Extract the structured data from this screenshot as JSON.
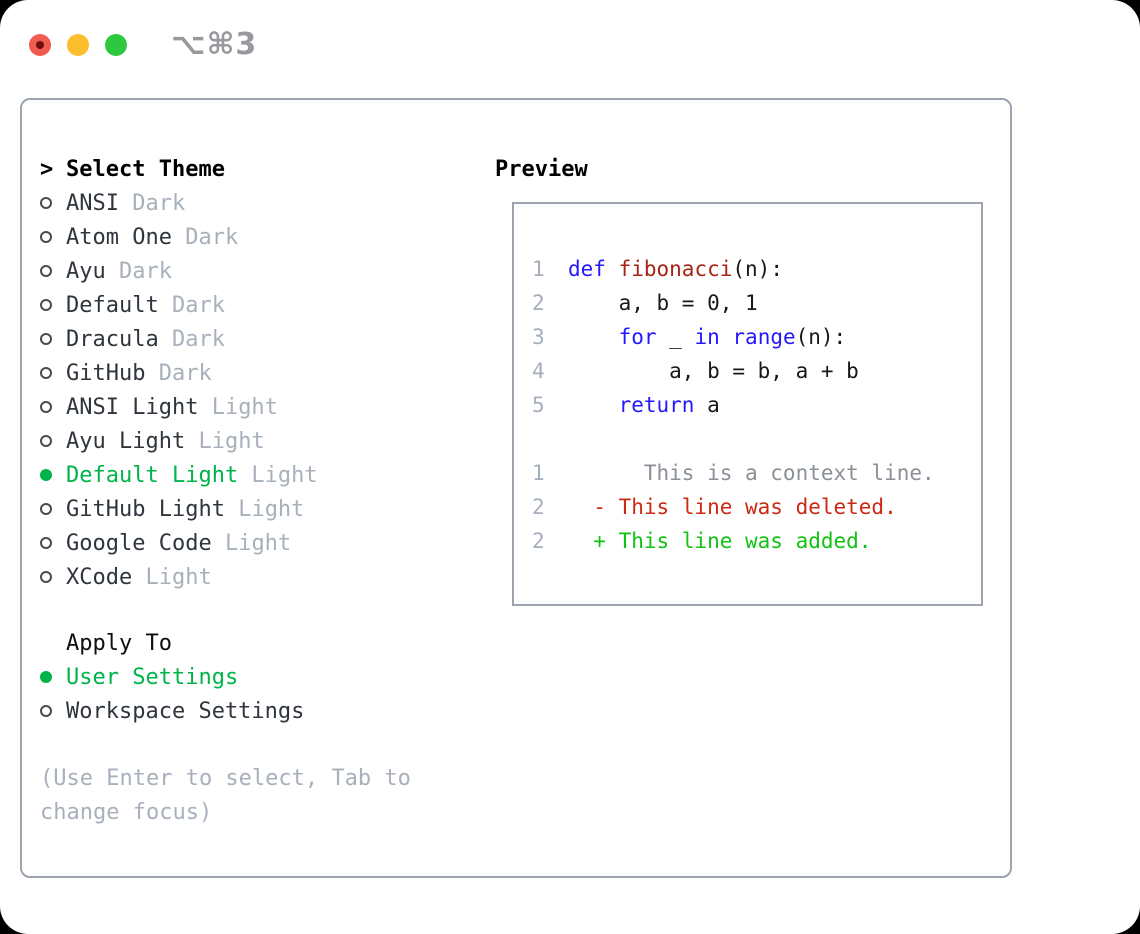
{
  "window": {
    "shortcut_hint": "⌥⌘3",
    "traffic_lights": [
      {
        "name": "close-button",
        "color": "#f05c50"
      },
      {
        "name": "minimize-button",
        "color": "#fcbe2d"
      },
      {
        "name": "zoom-button",
        "color": "#2dc83f"
      }
    ]
  },
  "theme_panel": {
    "title_prefix": ">",
    "title": "Select Theme",
    "items": [
      {
        "name": "ANSI",
        "tag": "Dark",
        "selected": false
      },
      {
        "name": "Atom One",
        "tag": "Dark",
        "selected": false
      },
      {
        "name": "Ayu",
        "tag": "Dark",
        "selected": false
      },
      {
        "name": "Default",
        "tag": "Dark",
        "selected": false
      },
      {
        "name": "Dracula",
        "tag": "Dark",
        "selected": false
      },
      {
        "name": "GitHub",
        "tag": "Dark",
        "selected": false
      },
      {
        "name": "ANSI Light",
        "tag": "Light",
        "selected": false
      },
      {
        "name": "Ayu Light",
        "tag": "Light",
        "selected": false
      },
      {
        "name": "Default Light",
        "tag": "Light",
        "selected": true
      },
      {
        "name": "GitHub Light",
        "tag": "Light",
        "selected": false
      },
      {
        "name": "Google Code",
        "tag": "Light",
        "selected": false
      },
      {
        "name": "XCode",
        "tag": "Light",
        "selected": false
      }
    ]
  },
  "apply_panel": {
    "title": "Apply To",
    "options": [
      {
        "name": "User Settings",
        "selected": true
      },
      {
        "name": "Workspace Settings",
        "selected": false
      }
    ]
  },
  "hint": "(Use Enter to select, Tab to change focus)",
  "preview": {
    "title": "Preview",
    "python_lines": [
      {
        "num": "1",
        "tokens": [
          {
            "text": "def",
            "type": "keyword"
          },
          {
            "text": " ",
            "type": "plain"
          },
          {
            "text": "fibonacci",
            "type": "function"
          },
          {
            "text": "(n):",
            "type": "plain"
          }
        ]
      },
      {
        "num": "2",
        "tokens": [
          {
            "text": "    a, b = 0, 1",
            "type": "plain"
          }
        ]
      },
      {
        "num": "3",
        "tokens": [
          {
            "text": "    ",
            "type": "plain"
          },
          {
            "text": "for",
            "type": "keyword"
          },
          {
            "text": " _ ",
            "type": "plain"
          },
          {
            "text": "in",
            "type": "keyword"
          },
          {
            "text": " ",
            "type": "plain"
          },
          {
            "text": "range",
            "type": "keyword"
          },
          {
            "text": "(n):",
            "type": "plain"
          }
        ]
      },
      {
        "num": "4",
        "tokens": [
          {
            "text": "        a, b = b, a + b",
            "type": "plain"
          }
        ]
      },
      {
        "num": "5",
        "tokens": [
          {
            "text": "    ",
            "type": "plain"
          },
          {
            "text": "return",
            "type": "keyword"
          },
          {
            "text": " a",
            "type": "plain"
          }
        ]
      }
    ],
    "diff_lines": [
      {
        "num": "1",
        "text": "      This is a context line.",
        "type": "context"
      },
      {
        "num": "2",
        "text": "  - This line was deleted.",
        "type": "deleted"
      },
      {
        "num": "2",
        "text": "  + This line was added.",
        "type": "added"
      }
    ]
  },
  "colors": {
    "accent_green": "#00b44a",
    "keyword_blue": "#2318ff",
    "function_red": "#a82315",
    "diff_red": "#cc2913",
    "diff_green": "#12c212",
    "gutter_gray": "#a4aebc",
    "context_gray": "#8a9097",
    "tag_gray": "#a8b0bb",
    "border_gray": "#9ba4af"
  }
}
